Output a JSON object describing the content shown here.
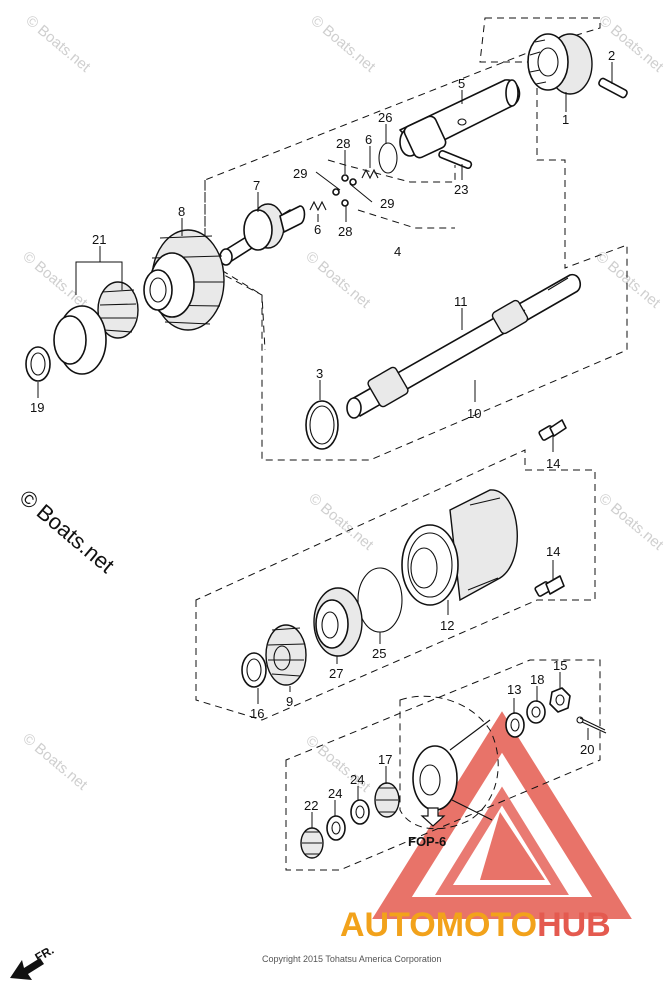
{
  "watermark": {
    "text": "© Boats.net",
    "big_text": "© Boats.net"
  },
  "copyright": "Copyright 2015 Tohatsu America Corporation",
  "brand": {
    "part1": "AUTOMOTO",
    "part2": "HUB",
    "color1": "#f2a21b",
    "color2": "#e45a4f"
  },
  "reference_label": "FOP-6",
  "direction_label": "FR.",
  "callouts": {
    "c1": "1",
    "c2": "2",
    "c3": "3",
    "c4": "4",
    "c5": "5",
    "c6a": "6",
    "c6b": "6",
    "c7": "7",
    "c8": "8",
    "c9": "9",
    "c10": "10",
    "c11": "11",
    "c12": "12",
    "c13": "13",
    "c14a": "14",
    "c14b": "14",
    "c15": "15",
    "c16": "16",
    "c17": "17",
    "c18": "18",
    "c19": "19",
    "c20": "20",
    "c21": "21",
    "c22": "22",
    "c23": "23",
    "c24a": "24",
    "c24b": "24",
    "c25": "25",
    "c26": "26",
    "c27": "27",
    "c28a": "28",
    "c28b": "28",
    "c29a": "29",
    "c29b": "29"
  }
}
